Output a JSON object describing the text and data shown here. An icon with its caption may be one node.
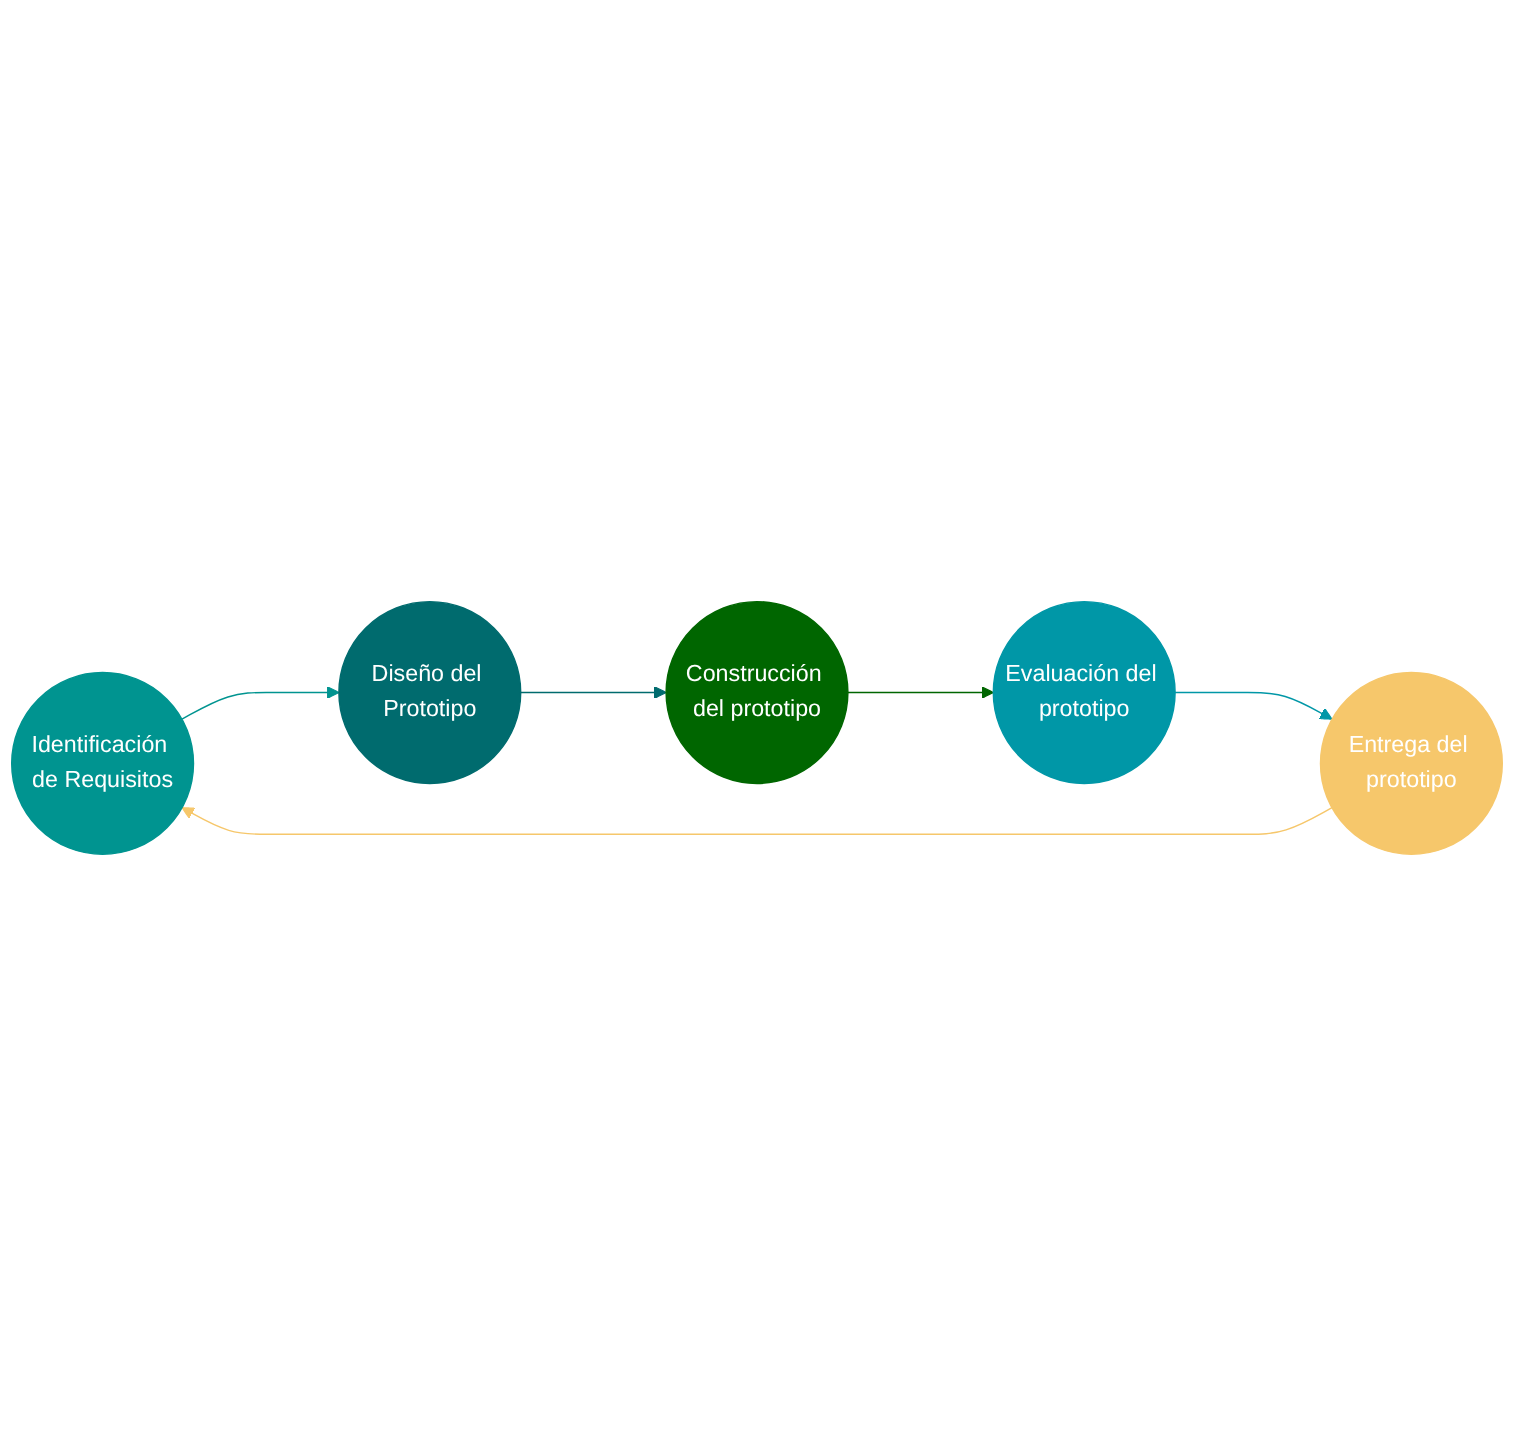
{
  "diagram": {
    "nodes": [
      {
        "text": [
          "Identificación de Requisitos"
        ]
      },
      {
        "text": [
          "Diseño del Prototipo"
        ]
      },
      {
        "text": [
          "Construcción del prototipo"
        ]
      },
      {
        "text": [
          "Evaluación del prototipo"
        ]
      },
      {
        "text": [
          "Entrega del prototipo"
        ]
      }
    ],
    "edges": [
      {
        "from": 0,
        "to": 1,
        "arrow": "to",
        "color": "#009490"
      },
      {
        "from": 1,
        "to": 2,
        "arrow": "to",
        "color": "#006b6e"
      },
      {
        "from": 2,
        "to": 3,
        "arrow": "to",
        "color": "#006600"
      },
      {
        "from": 3,
        "to": 4,
        "arrow": "to",
        "color": "#0097a7"
      },
      {
        "from": 4,
        "to": 0,
        "arrow": "to",
        "color": "#f6c76b"
      }
    ]
  }
}
